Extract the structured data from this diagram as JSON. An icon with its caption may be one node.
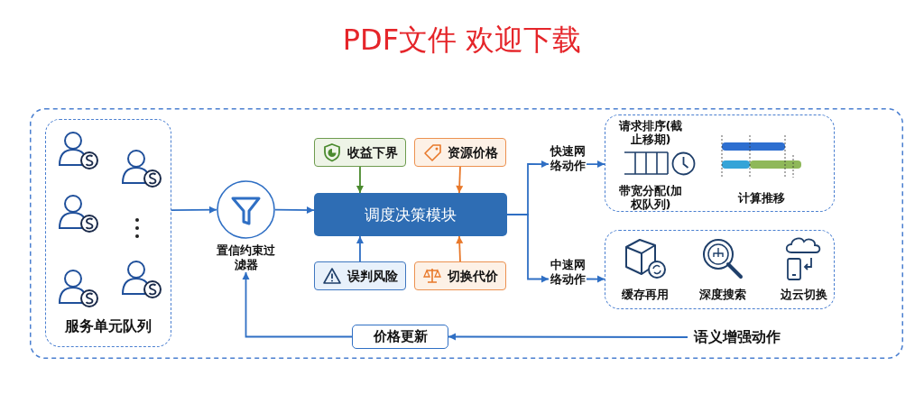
{
  "diagram": {
    "title": "PDF文件 欢迎下载",
    "nodes": [
      {
        "text": [
          "服务单元队列"
        ]
      },
      {
        "text": [
          "置信约束过滤器"
        ]
      },
      {
        "text": [
          "收益下界"
        ]
      },
      {
        "text": [
          "资源价格"
        ]
      },
      {
        "text": [
          "调度决策模块"
        ]
      },
      {
        "text": [
          "误判风险"
        ]
      },
      {
        "text": [
          "切换代价"
        ]
      },
      {
        "text": [
          "快速网络动作"
        ]
      },
      {
        "text": [
          "中速网络动作"
        ]
      },
      {
        "text": [
          "请求排序(截止移期)",
          "带宽分配(加权队列)",
          "计算推移"
        ]
      },
      {
        "text": [
          "缓存再用",
          "深度搜索",
          "边云切换"
        ]
      },
      {
        "text": [
          "价格更新"
        ]
      },
      {
        "text": [
          "语义增强动作"
        ]
      }
    ],
    "edges": [
      {
        "from": 0,
        "to": 1,
        "arrow": "to"
      },
      {
        "from": 1,
        "to": 4,
        "arrow": "to"
      },
      {
        "from": 2,
        "to": 4,
        "arrow": "to",
        "color": "#4a8a2e"
      },
      {
        "from": 3,
        "to": 4,
        "arrow": "to",
        "color": "#e8782a"
      },
      {
        "from": 5,
        "to": 4,
        "arrow": "to"
      },
      {
        "from": 6,
        "to": 4,
        "arrow": "to",
        "color": "#e8782a"
      },
      {
        "from": 4,
        "to": 7,
        "arrow": "to"
      },
      {
        "from": 4,
        "to": 8,
        "arrow": "to"
      },
      {
        "from": 7,
        "to": 9,
        "arrow": "to"
      },
      {
        "from": 8,
        "to": 10,
        "arrow": "to"
      },
      {
        "from": 12,
        "to": 11,
        "arrow": "to"
      },
      {
        "from": 11,
        "to": 1,
        "arrow": "to"
      }
    ]
  }
}
